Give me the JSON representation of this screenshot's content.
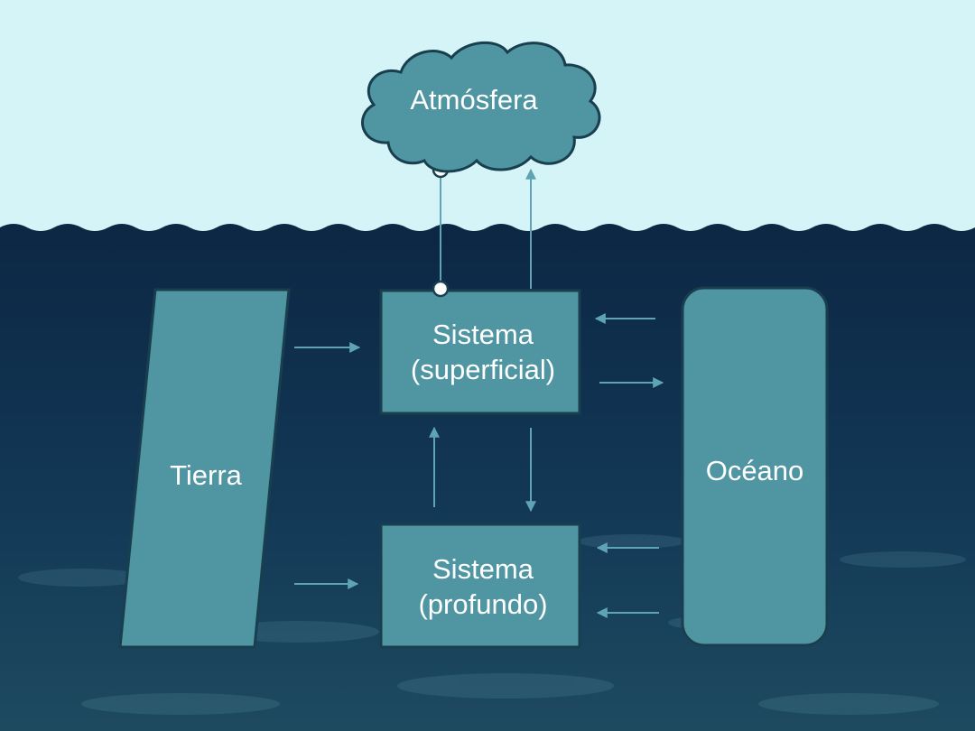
{
  "diagram": {
    "nodes": {
      "atmosphere": "Atmósfera",
      "surface_title": "Sistema",
      "surface_sub": "(superficial)",
      "deep_title": "Sistema",
      "deep_sub": "(profundo)",
      "land": "Tierra",
      "ocean": "Océano"
    },
    "colors": {
      "sky": "#d4f4f7",
      "water_top": "#0d2a47",
      "water_bottom": "#1e4a60",
      "box_fill": "#4f95a2",
      "box_border": "#193f4f",
      "arrow": "#5fa4b4"
    }
  }
}
